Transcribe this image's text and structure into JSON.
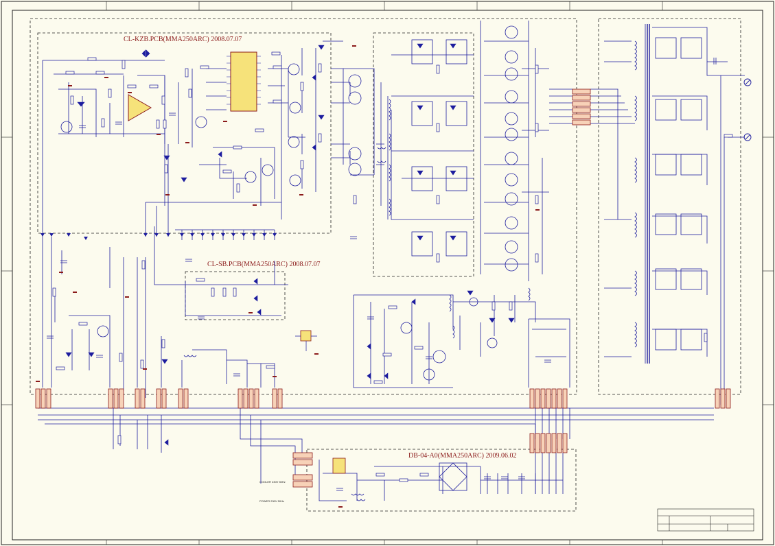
{
  "labels": {
    "kzb_board": "CL-KZB.PCB(MMA250ARC)  2008.07.07",
    "sb_board": "CL-SB.PCB(MMA250ARC)  2008.07.07",
    "db_board": "DB-04-A0(MMA250ARC)  2009.06.02",
    "cooler_note": "COOLER  230V 50Hz",
    "power_note": "POWER  230V 50Hz"
  },
  "frame": {
    "border_color": "#222222",
    "wire_color": "#1c1c9e",
    "component_color": "#1c1c9e",
    "label_color": "#8b1a1a",
    "connector_fill": "#f7d2b8",
    "ic_fill": "#f6e27a"
  },
  "title_block": {
    "row1": "",
    "row2": "",
    "row3": ""
  }
}
